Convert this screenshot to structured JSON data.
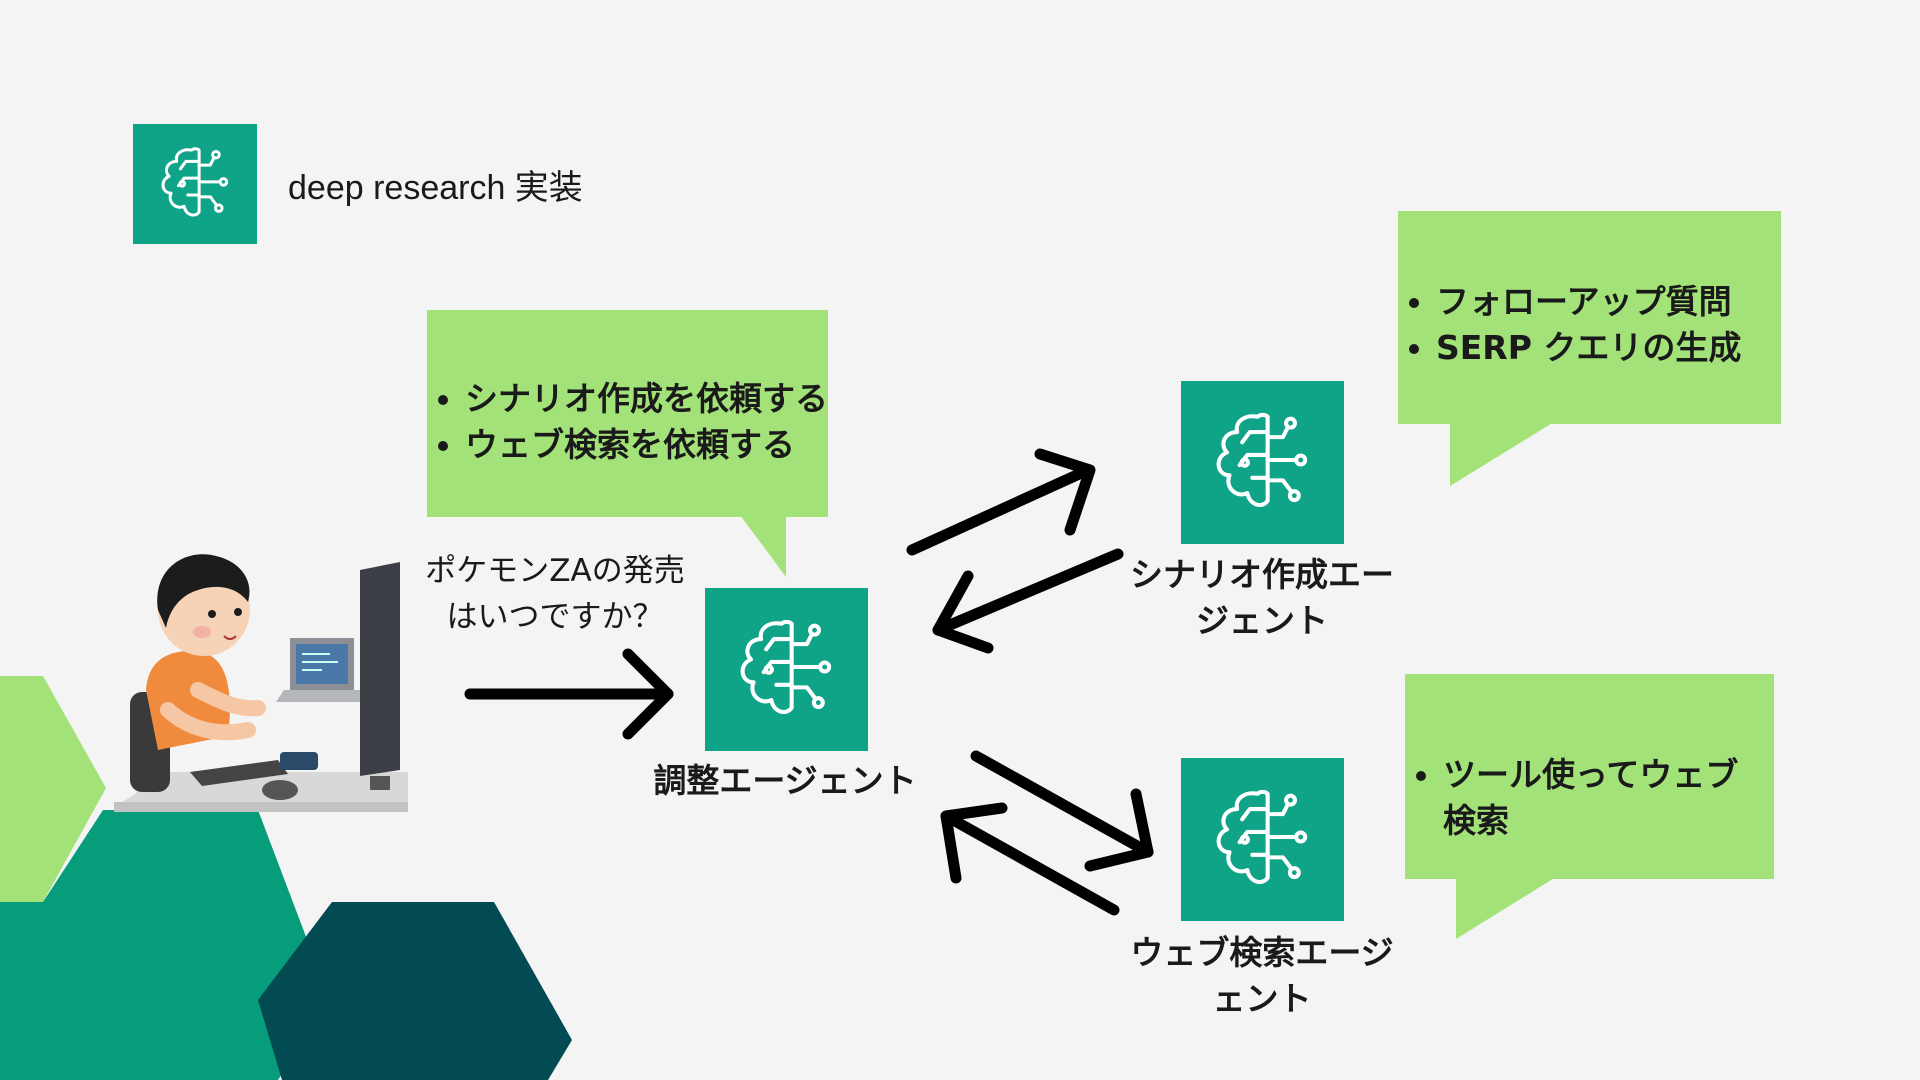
{
  "header": {
    "title": "deep research 実装"
  },
  "user_query": {
    "line1": "ポケモンZAの発売",
    "line2": "はいつですか？"
  },
  "coordinator": {
    "label": "調整エージェント",
    "bubble": [
      "シナリオ作成を依頼する",
      "ウェブ検索を依頼する"
    ]
  },
  "scenario_agent": {
    "label_line1": "シナリオ作成エー",
    "label_line2": "ジェント",
    "bubble": [
      "フォローアップ質問",
      "SERP クエリの生成"
    ]
  },
  "search_agent": {
    "label_line1": "ウェブ検索エージ",
    "label_line2": "ェント",
    "bubble_line1": "ツール使ってウェブ",
    "bubble_line2": "検索"
  },
  "colors": {
    "teal": "#0fa388",
    "bubble_green": "#a3e278",
    "light_green_hex": "#a3e278",
    "mid_green_hex": "#079c7a",
    "dark_teal_hex": "#024b53"
  }
}
